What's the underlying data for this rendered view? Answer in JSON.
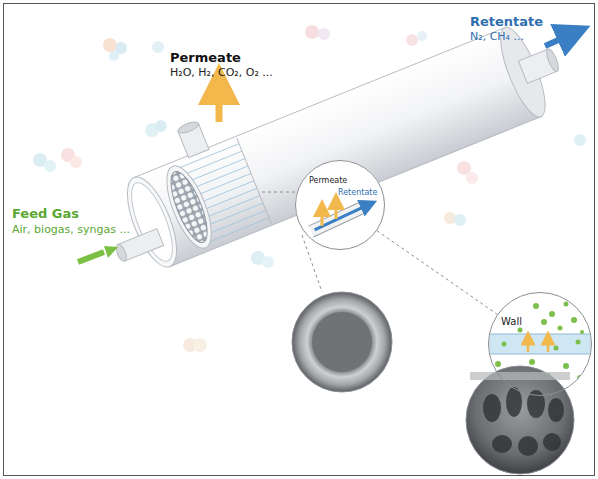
{
  "diagram": {
    "nodes": [
      {
        "text": [
          "Permeate",
          "Retentate"
        ]
      },
      {
        "text": [
          "Wall"
        ]
      }
    ],
    "edges": [
      {
        "from": 0,
        "to": 1,
        "arrow": "none"
      }
    ],
    "labels": [
      "Permeate",
      "H₂O, H₂, CO₂, O₂ ...",
      "Retentate",
      "N₂, CH₄ ...",
      "Feed Gas",
      "Air, biogas, syngas ..."
    ]
  }
}
